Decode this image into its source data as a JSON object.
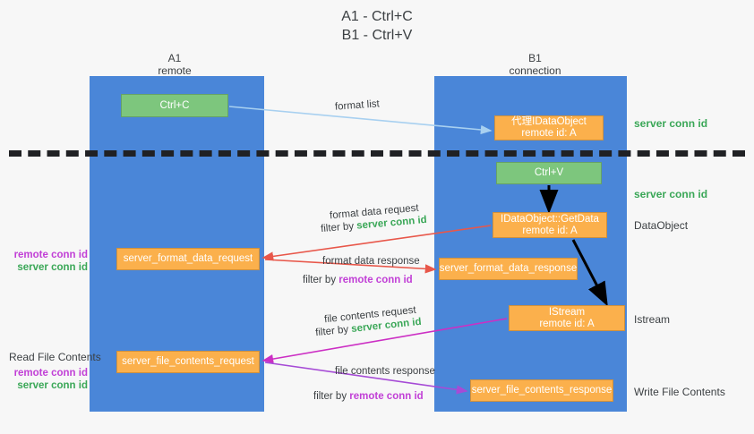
{
  "title": "A1 - Ctrl+C\nB1 - Ctrl+V",
  "title_line1": "A1 - Ctrl+C",
  "title_line2": "B1 - Ctrl+V",
  "colors": {
    "lane": "#4a86d8",
    "green_box": "#7dc67d",
    "orange_box": "#fbb04c",
    "server_conn_id": "#3aa757",
    "remote_conn_id": "#c13fd6",
    "divider": "#202124",
    "arrow_blue": "#a8d0f0",
    "arrow_red": "#e8574a",
    "arrow_magenta": "#cc2fc4",
    "arrow_purple": "#a64bd6",
    "arrow_black": "#000000"
  },
  "columns": [
    {
      "name": "A1",
      "sub": "remote"
    },
    {
      "name": "B1",
      "sub": "connection"
    }
  ],
  "nodes": {
    "ctrl_c": {
      "line1": "Ctrl+C"
    },
    "data_object": {
      "line1": "代理IDataObject",
      "line2": "remote id: A"
    },
    "ctrl_v": {
      "line1": "Ctrl+V"
    },
    "get_data": {
      "line1": "IDataObject::GetData",
      "line2": "remote id: A"
    },
    "istream": {
      "line1": "IStream",
      "line2": "remote id: A"
    },
    "server_format_data_request": {
      "line1": "server_format_data_request"
    },
    "server_format_data_response": {
      "line1": "server_format_data_response"
    },
    "server_file_contents_request": {
      "line1": "server_file_contents_request"
    },
    "server_file_contents_response": {
      "line1": "server_file_contents_response"
    }
  },
  "side_labels": {
    "server_conn_id_top": "server conn id",
    "server_conn_id_mid": "server conn id",
    "data_object": "DataObject",
    "istream": "Istream",
    "write_file_contents": "Write File Contents"
  },
  "left_labels": {
    "read_file_contents": "Read File Contents",
    "remote_conn_id": "remote conn id",
    "server_conn_id": "server conn id"
  },
  "arrow_labels": {
    "format_list": "format list",
    "format_data_request": "format data request",
    "filter_by": "filter by ",
    "filter_server": "server conn id",
    "filter_remote": "remote conn id",
    "format_data_response": "format data response",
    "file_contents_request": "file contents request",
    "file_contents_response": "file contents response"
  }
}
